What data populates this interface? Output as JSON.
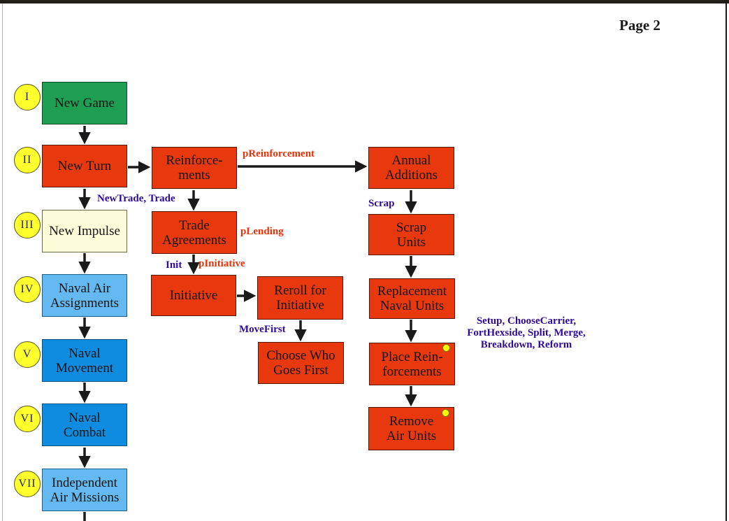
{
  "page": {
    "number_label": "Page 2"
  },
  "colors": {
    "red_box": "#E8380D",
    "green_box": "#1E9E52",
    "cream_box": "#FCFCD9",
    "light_blue_box": "#63B9F0",
    "blue_box": "#0F8BE0",
    "circle_yellow": "#FFFF2E",
    "dot_yellow": "#FFFF00",
    "edge_label_red": "#E8320A",
    "edge_label_navy": "#2E0A99"
  },
  "phase_column": [
    {
      "numeral": "I",
      "label": "New Game"
    },
    {
      "numeral": "II",
      "label": "New Turn"
    },
    {
      "numeral": "III",
      "label": "New Impulse"
    },
    {
      "numeral": "IV",
      "label": "Naval Air\nAssignments"
    },
    {
      "numeral": "V",
      "label": "Naval\nMovement"
    },
    {
      "numeral": "VI",
      "label": "Naval\nCombat"
    },
    {
      "numeral": "VII",
      "label": "Independent\nAir Missions"
    }
  ],
  "flow_nodes": {
    "reinforcements": "Reinforce-\nments",
    "trade_agreements": "Trade\nAgreements",
    "initiative": "Initiative",
    "reroll_for_initiative": "Reroll for\nInitiative",
    "choose_who_goes_first": "Choose Who\nGoes First",
    "annual_additions": "Annual\nAdditions",
    "scrap_units": "Scrap\nUnits",
    "replacement_naval_units": "Replacement\nNaval Units",
    "place_reinforcements": "Place Rein-\nforcements",
    "remove_air_units": "Remove\nAir Units"
  },
  "edge_labels": {
    "p_reinforcement": "pReinforcement",
    "new_trade_trade": "NewTrade, Trade",
    "p_lending": "pLending",
    "init": "Init",
    "p_initiative": "pInitiative",
    "move_first": "MoveFirst",
    "scrap": "Scrap",
    "place_reinforcement_methods": "Setup, ChooseCarrier,\nFortHexside, Split, Merge,\nBreakdown, Reform"
  }
}
